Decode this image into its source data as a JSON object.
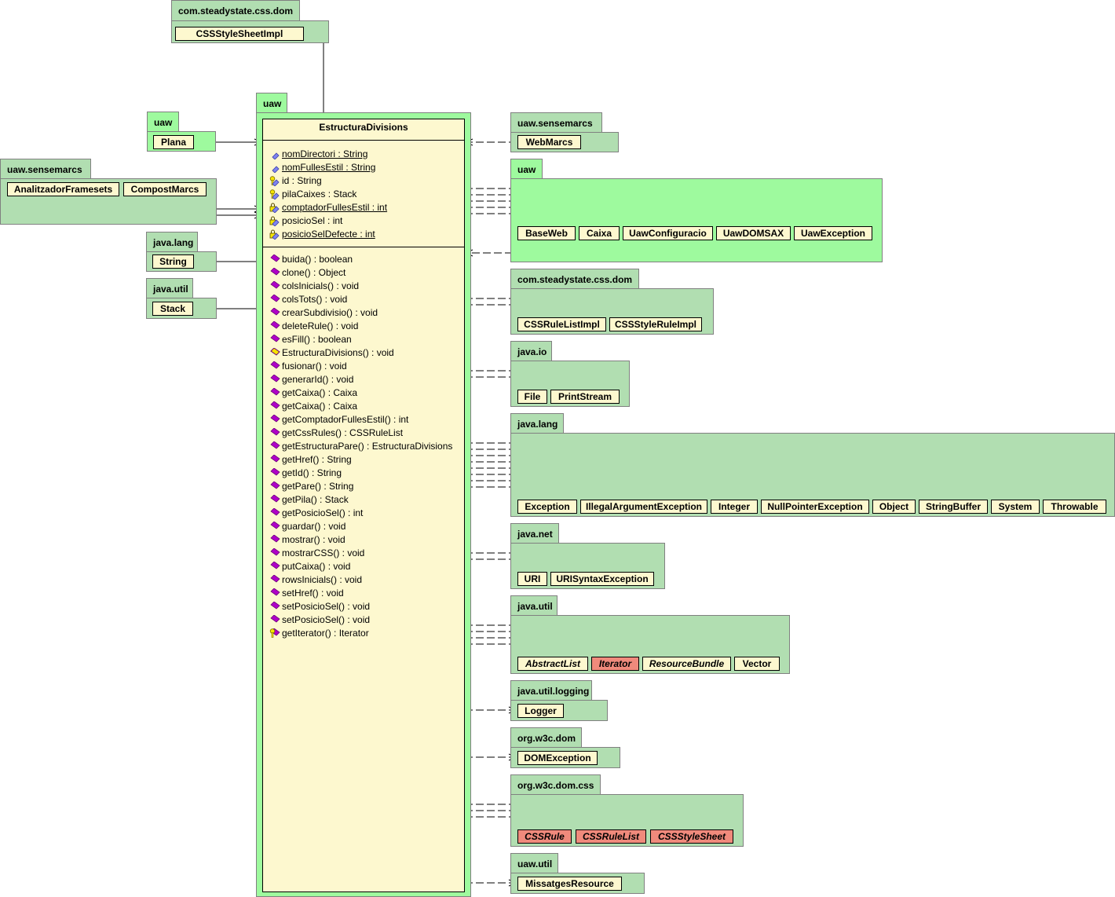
{
  "main": {
    "package": "uaw",
    "class_name": "EstructuraDivisions",
    "attributes": [
      {
        "text": "nomDirectori : String",
        "visibility": "public",
        "static": true
      },
      {
        "text": "nomFullesEstil : String",
        "visibility": "public",
        "static": true
      },
      {
        "text": "id : String",
        "visibility": "protected",
        "static": false
      },
      {
        "text": "pilaCaixes : Stack",
        "visibility": "protected",
        "static": false
      },
      {
        "text": "comptadorFullesEstil : int",
        "visibility": "private",
        "static": true
      },
      {
        "text": "posicioSel : int",
        "visibility": "private",
        "static": false
      },
      {
        "text": "posicioSelDefecte : int",
        "visibility": "private",
        "static": true
      }
    ],
    "operations": [
      {
        "text": "buida() : boolean",
        "kind": "method"
      },
      {
        "text": "clone() : Object",
        "kind": "method"
      },
      {
        "text": "colsInicials() : void",
        "kind": "method"
      },
      {
        "text": "colsTots() : void",
        "kind": "method"
      },
      {
        "text": "crearSubdivisio() : void",
        "kind": "method"
      },
      {
        "text": "deleteRule() : void",
        "kind": "method"
      },
      {
        "text": "esFill() : boolean",
        "kind": "method"
      },
      {
        "text": "EstructuraDivisions() : void",
        "kind": "constructor"
      },
      {
        "text": "fusionar() : void",
        "kind": "method"
      },
      {
        "text": "generarId() : void",
        "kind": "method"
      },
      {
        "text": "getCaixa() : Caixa",
        "kind": "method"
      },
      {
        "text": "getCaixa() : Caixa",
        "kind": "method"
      },
      {
        "text": "getComptadorFullesEstil() : int",
        "kind": "method"
      },
      {
        "text": "getCssRules() : CSSRuleList",
        "kind": "method"
      },
      {
        "text": "getEstructuraPare() : EstructuraDivisions",
        "kind": "method"
      },
      {
        "text": "getHref() : String",
        "kind": "method"
      },
      {
        "text": "getId() : String",
        "kind": "method"
      },
      {
        "text": "getPare() : String",
        "kind": "method"
      },
      {
        "text": "getPila() : Stack",
        "kind": "method"
      },
      {
        "text": "getPosicioSel() : int",
        "kind": "method"
      },
      {
        "text": "guardar() : void",
        "kind": "method"
      },
      {
        "text": "mostrar() : void",
        "kind": "method"
      },
      {
        "text": "mostrarCSS() : void",
        "kind": "method"
      },
      {
        "text": "putCaixa() : void",
        "kind": "method"
      },
      {
        "text": "rowsInicials() : void",
        "kind": "method"
      },
      {
        "text": "setHref() : void",
        "kind": "method"
      },
      {
        "text": "setPosicioSel() : void",
        "kind": "method"
      },
      {
        "text": "setPosicioSel() : void",
        "kind": "method"
      },
      {
        "text": "getIterator() : Iterator",
        "kind": "protected-method"
      }
    ]
  },
  "packages": [
    {
      "name": "com.steadystate.css.dom",
      "classes": [
        "CSSStyleSheetImpl"
      ]
    },
    {
      "name": "uaw",
      "classes": [
        "Plana"
      ]
    },
    {
      "name": "uaw.sensemarcs",
      "classes": [
        "AnalitzadorFramesets",
        "CompostMarcs"
      ]
    },
    {
      "name": "java.lang",
      "classes": [
        "String"
      ]
    },
    {
      "name": "java.util",
      "classes": [
        "Stack"
      ]
    },
    {
      "name": "uaw.sensemarcs",
      "classes": [
        "WebMarcs"
      ]
    },
    {
      "name": "uaw",
      "classes": [
        "BaseWeb",
        "Caixa",
        "UawConfiguracio",
        "UawDOMSAX",
        "UawException"
      ]
    },
    {
      "name": "com.steadystate.css.dom",
      "classes": [
        "CSSRuleListImpl",
        "CSSStyleRuleImpl"
      ]
    },
    {
      "name": "java.io",
      "classes": [
        "File",
        "PrintStream"
      ]
    },
    {
      "name": "java.lang",
      "classes": [
        "Exception",
        "IllegalArgumentException",
        "Integer",
        "NullPointerException",
        "Object",
        "StringBuffer",
        "System",
        "Throwable"
      ]
    },
    {
      "name": "java.net",
      "classes": [
        "URI",
        "URISyntaxException"
      ]
    },
    {
      "name": "java.util",
      "classes": [
        "AbstractList",
        "Iterator",
        "ResourceBundle",
        "Vector"
      ]
    },
    {
      "name": "java.util.logging",
      "classes": [
        "Logger"
      ]
    },
    {
      "name": "org.w3c.dom",
      "classes": [
        "DOMException"
      ]
    },
    {
      "name": "org.w3c.dom.css",
      "classes": [
        "CSSRule",
        "CSSRuleList",
        "CSSStyleSheet"
      ]
    },
    {
      "name": "uaw.util",
      "classes": [
        "MissatgesResource"
      ]
    }
  ],
  "legend": {
    "interface_color": "#f08a7c",
    "class_color": "#fdf8cf",
    "own_package_color": "#9efa9e",
    "external_package_color": "#b1deb1"
  }
}
